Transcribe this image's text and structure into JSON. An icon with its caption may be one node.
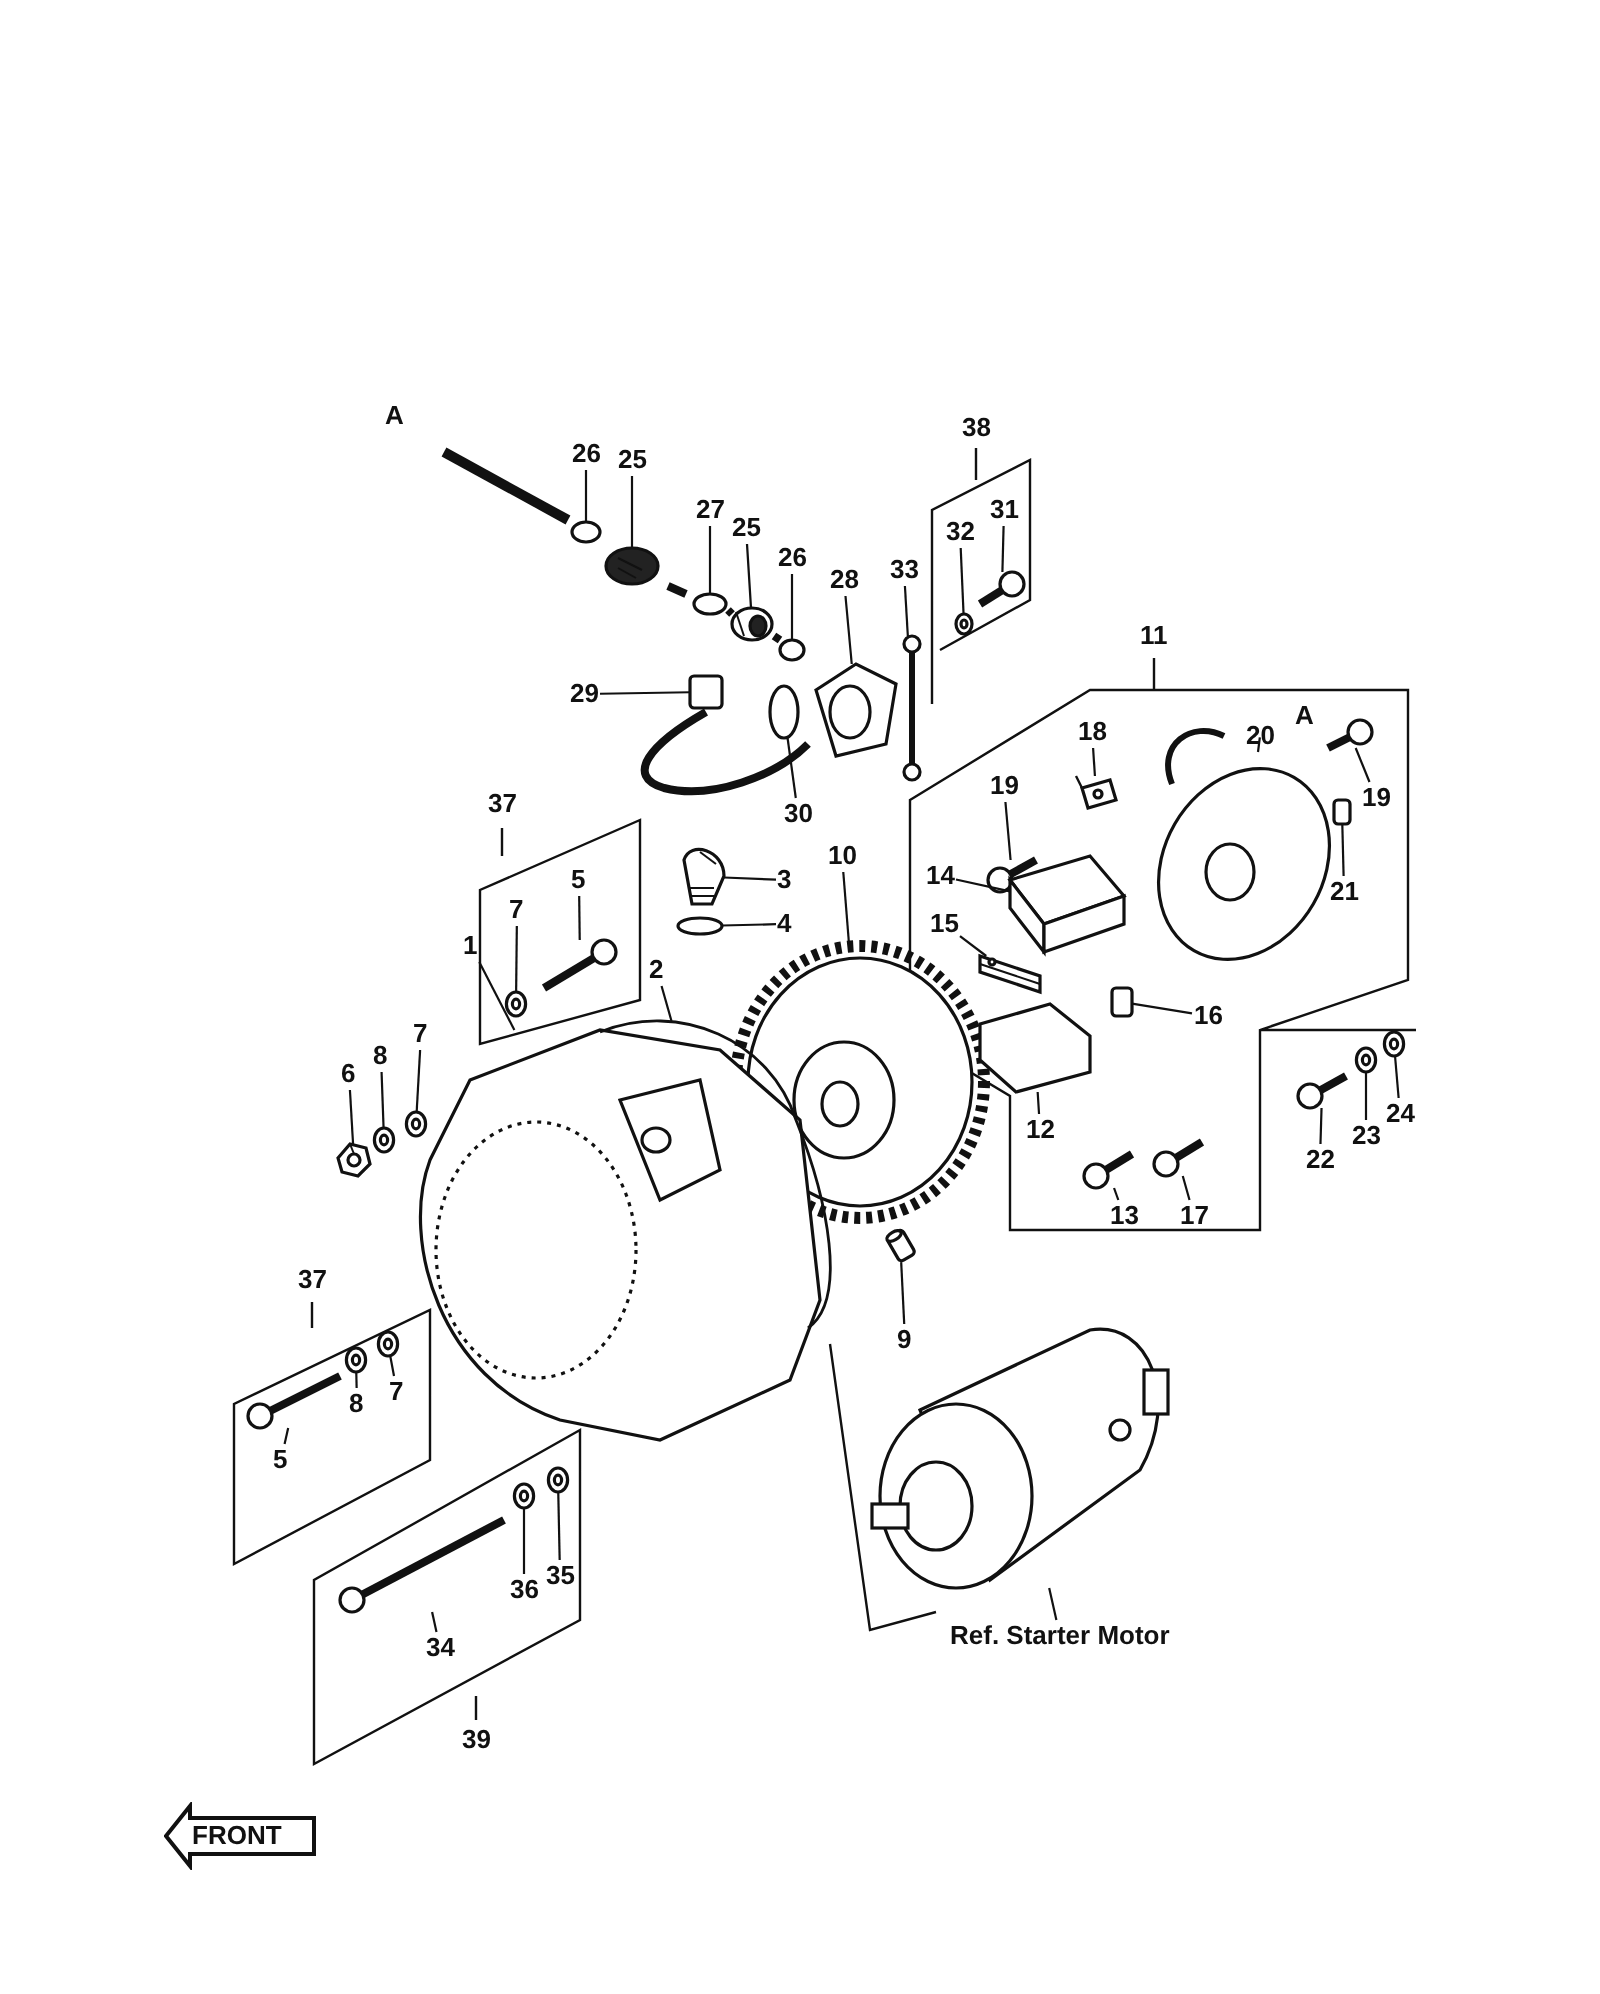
{
  "diagram": {
    "nodes": [
      {
        "text": [
          "26"
        ]
      },
      {
        "text": [
          "25"
        ]
      },
      {
        "text": [
          "27"
        ]
      },
      {
        "text": [
          "25"
        ]
      },
      {
        "text": [
          "26"
        ]
      },
      {
        "text": [
          "28"
        ]
      },
      {
        "text": [
          "33"
        ]
      },
      {
        "text": [
          "32"
        ]
      },
      {
        "text": [
          "31"
        ]
      },
      {
        "text": [
          "29"
        ]
      },
      {
        "text": [
          "30"
        ]
      },
      {
        "text": [
          "18"
        ]
      },
      {
        "text": [
          "20"
        ]
      },
      {
        "text": [
          "19"
        ]
      },
      {
        "text": [
          "19"
        ]
      },
      {
        "text": [
          "21"
        ]
      },
      {
        "text": [
          "14"
        ]
      },
      {
        "text": [
          "3"
        ]
      },
      {
        "text": [
          "10"
        ]
      },
      {
        "text": [
          "5"
        ]
      },
      {
        "text": [
          "7"
        ]
      },
      {
        "text": [
          "4"
        ]
      },
      {
        "text": [
          "15"
        ]
      },
      {
        "text": [
          "1"
        ]
      },
      {
        "text": [
          "2"
        ]
      },
      {
        "text": [
          "16"
        ]
      },
      {
        "text": [
          "6"
        ]
      },
      {
        "text": [
          "8"
        ]
      },
      {
        "text": [
          "7"
        ]
      },
      {
        "text": [
          "12"
        ]
      },
      {
        "text": [
          "22"
        ]
      },
      {
        "text": [
          "23"
        ]
      },
      {
        "text": [
          "24"
        ]
      },
      {
        "text": [
          "13"
        ]
      },
      {
        "text": [
          "17"
        ]
      },
      {
        "text": [
          "9"
        ]
      },
      {
        "text": [
          "5"
        ]
      },
      {
        "text": [
          "8"
        ]
      },
      {
        "text": [
          "7"
        ]
      },
      {
        "text": [
          "34"
        ]
      },
      {
        "text": [
          "36"
        ]
      },
      {
        "text": [
          "35"
        ]
      },
      {
        "text": [
          "Ref. Starter Motor"
        ]
      },
      {
        "text": [
          "FRONT"
        ]
      },
      {
        "text": [],
        "shape": "circle"
      },
      {
        "text": [],
        "shape": "picture"
      },
      {
        "text": [],
        "shape": "circle"
      },
      {
        "text": [],
        "shape": "picture"
      },
      {
        "text": [],
        "shape": "circle"
      },
      {
        "text": [],
        "shape": "picture"
      },
      {
        "text": [],
        "shape": "picture"
      },
      {
        "text": [],
        "shape": "picture"
      },
      {
        "text": [],
        "shape": "picture"
      },
      {
        "text": [],
        "shape": "box"
      },
      {
        "text": [],
        "shape": "circle"
      },
      {
        "text": [],
        "shape": "picture"
      },
      {
        "text": [],
        "shape": "picture"
      },
      {
        "text": [],
        "shape": "picture"
      },
      {
        "text": [],
        "shape": "picture"
      },
      {
        "text": [],
        "shape": "box"
      },
      {
        "text": [],
        "shape": "picture"
      },
      {
        "text": [],
        "shape": "picture"
      },
      {
        "text": [],
        "shape": "picture"
      },
      {
        "text": [],
        "shape": "picture"
      },
      {
        "text": [],
        "shape": "picture"
      },
      {
        "text": [],
        "shape": "circle"
      },
      {
        "text": [],
        "shape": "picture"
      },
      {
        "text": [],
        "shape": "picture"
      },
      {
        "text": [],
        "shape": "picture"
      },
      {
        "text": [],
        "shape": "box"
      },
      {
        "text": [],
        "shape": "picture"
      },
      {
        "text": [],
        "shape": "picture"
      },
      {
        "text": [],
        "shape": "picture"
      },
      {
        "text": [],
        "shape": "picture"
      },
      {
        "text": [],
        "shape": "picture"
      },
      {
        "text": [],
        "shape": "picture"
      },
      {
        "text": [],
        "shape": "picture"
      },
      {
        "text": [],
        "shape": "picture"
      },
      {
        "text": [],
        "shape": "picture"
      },
      {
        "text": [],
        "shape": "picture"
      },
      {
        "text": [],
        "shape": "picture"
      },
      {
        "text": [],
        "shape": "picture"
      },
      {
        "text": [],
        "shape": "picture"
      },
      {
        "text": [],
        "shape": "picture"
      },
      {
        "text": [],
        "shape": "picture"
      },
      {
        "text": [],
        "shape": "picture"
      },
      {
        "text": [],
        "shape": "picture"
      }
    ],
    "edges": [
      {
        "from": 0,
        "to": 44,
        "arrow": "none"
      },
      {
        "from": 1,
        "to": 45,
        "arrow": "none"
      },
      {
        "from": 2,
        "to": 46,
        "arrow": "none"
      },
      {
        "from": 3,
        "to": 47,
        "arrow": "none"
      },
      {
        "from": 4,
        "to": 48,
        "arrow": "none"
      },
      {
        "from": 5,
        "to": 49,
        "arrow": "none"
      },
      {
        "from": 6,
        "to": 50,
        "arrow": "none"
      },
      {
        "from": 7,
        "to": 51,
        "arrow": "none"
      },
      {
        "from": 8,
        "to": 52,
        "arrow": "none"
      },
      {
        "from": 9,
        "to": 53,
        "arrow": "none"
      },
      {
        "from": 10,
        "to": 54,
        "arrow": "none"
      },
      {
        "from": 11,
        "to": 55,
        "arrow": "none"
      },
      {
        "from": 12,
        "to": 56,
        "arrow": "none"
      },
      {
        "from": 13,
        "to": 57,
        "arrow": "none"
      },
      {
        "from": 14,
        "to": 58,
        "arrow": "none"
      },
      {
        "from": 15,
        "to": 59,
        "arrow": "none"
      },
      {
        "from": 16,
        "to": 60,
        "arrow": "none"
      },
      {
        "from": 17,
        "to": 61,
        "arrow": "none"
      },
      {
        "from": 18,
        "to": 62,
        "arrow": "none"
      },
      {
        "from": 19,
        "to": 63,
        "arrow": "none"
      },
      {
        "from": 20,
        "to": 64,
        "arrow": "none"
      },
      {
        "from": 21,
        "to": 65,
        "arrow": "none"
      },
      {
        "from": 22,
        "to": 66,
        "arrow": "none"
      },
      {
        "from": 23,
        "to": 67,
        "arrow": "none"
      },
      {
        "from": 24,
        "to": 68,
        "arrow": "none"
      },
      {
        "from": 25,
        "to": 69,
        "arrow": "none"
      },
      {
        "from": 26,
        "to": 70,
        "arrow": "none"
      },
      {
        "from": 27,
        "to": 71,
        "arrow": "none"
      },
      {
        "from": 28,
        "to": 72,
        "arrow": "none"
      },
      {
        "from": 29,
        "to": 73,
        "arrow": "none"
      },
      {
        "from": 30,
        "to": 74,
        "arrow": "none"
      },
      {
        "from": 31,
        "to": 75,
        "arrow": "none"
      },
      {
        "from": 32,
        "to": 76,
        "arrow": "none"
      },
      {
        "from": 33,
        "to": 77,
        "arrow": "none"
      },
      {
        "from": 34,
        "to": 78,
        "arrow": "none"
      },
      {
        "from": 35,
        "to": 79,
        "arrow": "none"
      },
      {
        "from": 36,
        "to": 80,
        "arrow": "none"
      },
      {
        "from": 37,
        "to": 81,
        "arrow": "none"
      },
      {
        "from": 38,
        "to": 82,
        "arrow": "none"
      },
      {
        "from": 39,
        "to": 83,
        "arrow": "none"
      },
      {
        "from": 40,
        "to": 84,
        "arrow": "none"
      },
      {
        "from": 41,
        "to": 85,
        "arrow": "none"
      },
      {
        "from": 42,
        "to": 86,
        "arrow": "none"
      }
    ],
    "labels": [
      "A",
      "38",
      "11",
      "A",
      "37",
      "37",
      "39"
    ]
  }
}
